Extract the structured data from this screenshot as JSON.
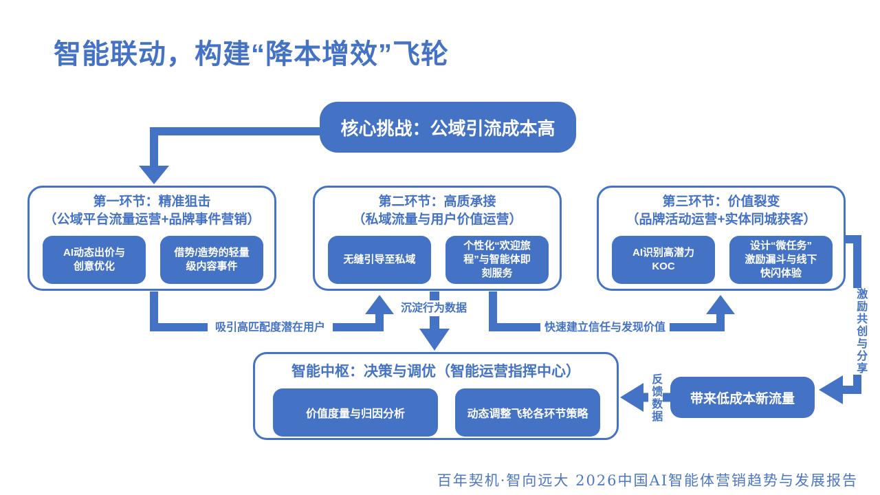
{
  "page": {
    "title": "智能联动，构建“降本增效”飞轮",
    "footer": "百年契机·智向远大  2026中国AI智能体营销趋势与发展报告"
  },
  "colors": {
    "accent_blue": "#4472C4",
    "text_on_accent": "#FFFFFF",
    "background": "#FFFFFF"
  },
  "challenge": {
    "label": "核心挑战：公域引流成本高"
  },
  "stages": [
    {
      "title": "第一环节：精准狙击",
      "subtitle": "（公域平台流量运营+品牌事件营销）",
      "left_chip": "AI动态出价与\n创意优化",
      "right_chip": "借势/造势的轻量\n级内容事件"
    },
    {
      "title": "第二环节：高质承接",
      "subtitle": "（私域流量与用户价值运营）",
      "left_chip": "无缝引导至私域",
      "right_chip": "个性化“欢迎旅\n程”与智能体即\n刻服务"
    },
    {
      "title": "第三环节：价值裂变",
      "subtitle": "（品牌活动运营+实体同城获客）",
      "left_chip": "AI识别高潜力\nKOC",
      "right_chip": "设计“微任务”\n激励漏斗与线下\n快闪体验"
    }
  ],
  "hub": {
    "title": "智能中枢：决策与调优（智能运营指挥中心）",
    "left_chip": "价值度量与归因分析",
    "right_chip": "动态调整飞轮各环节策略"
  },
  "traffic_box": {
    "label": "带来低成本新流量"
  },
  "flow_labels": {
    "attract": "吸引高匹配度潜在用户",
    "behavior_data": "沉淀行为数据",
    "trust": "快速建立信任与发现价值",
    "incentivize": "激励共创与分享",
    "feedback": "反馈数据"
  }
}
